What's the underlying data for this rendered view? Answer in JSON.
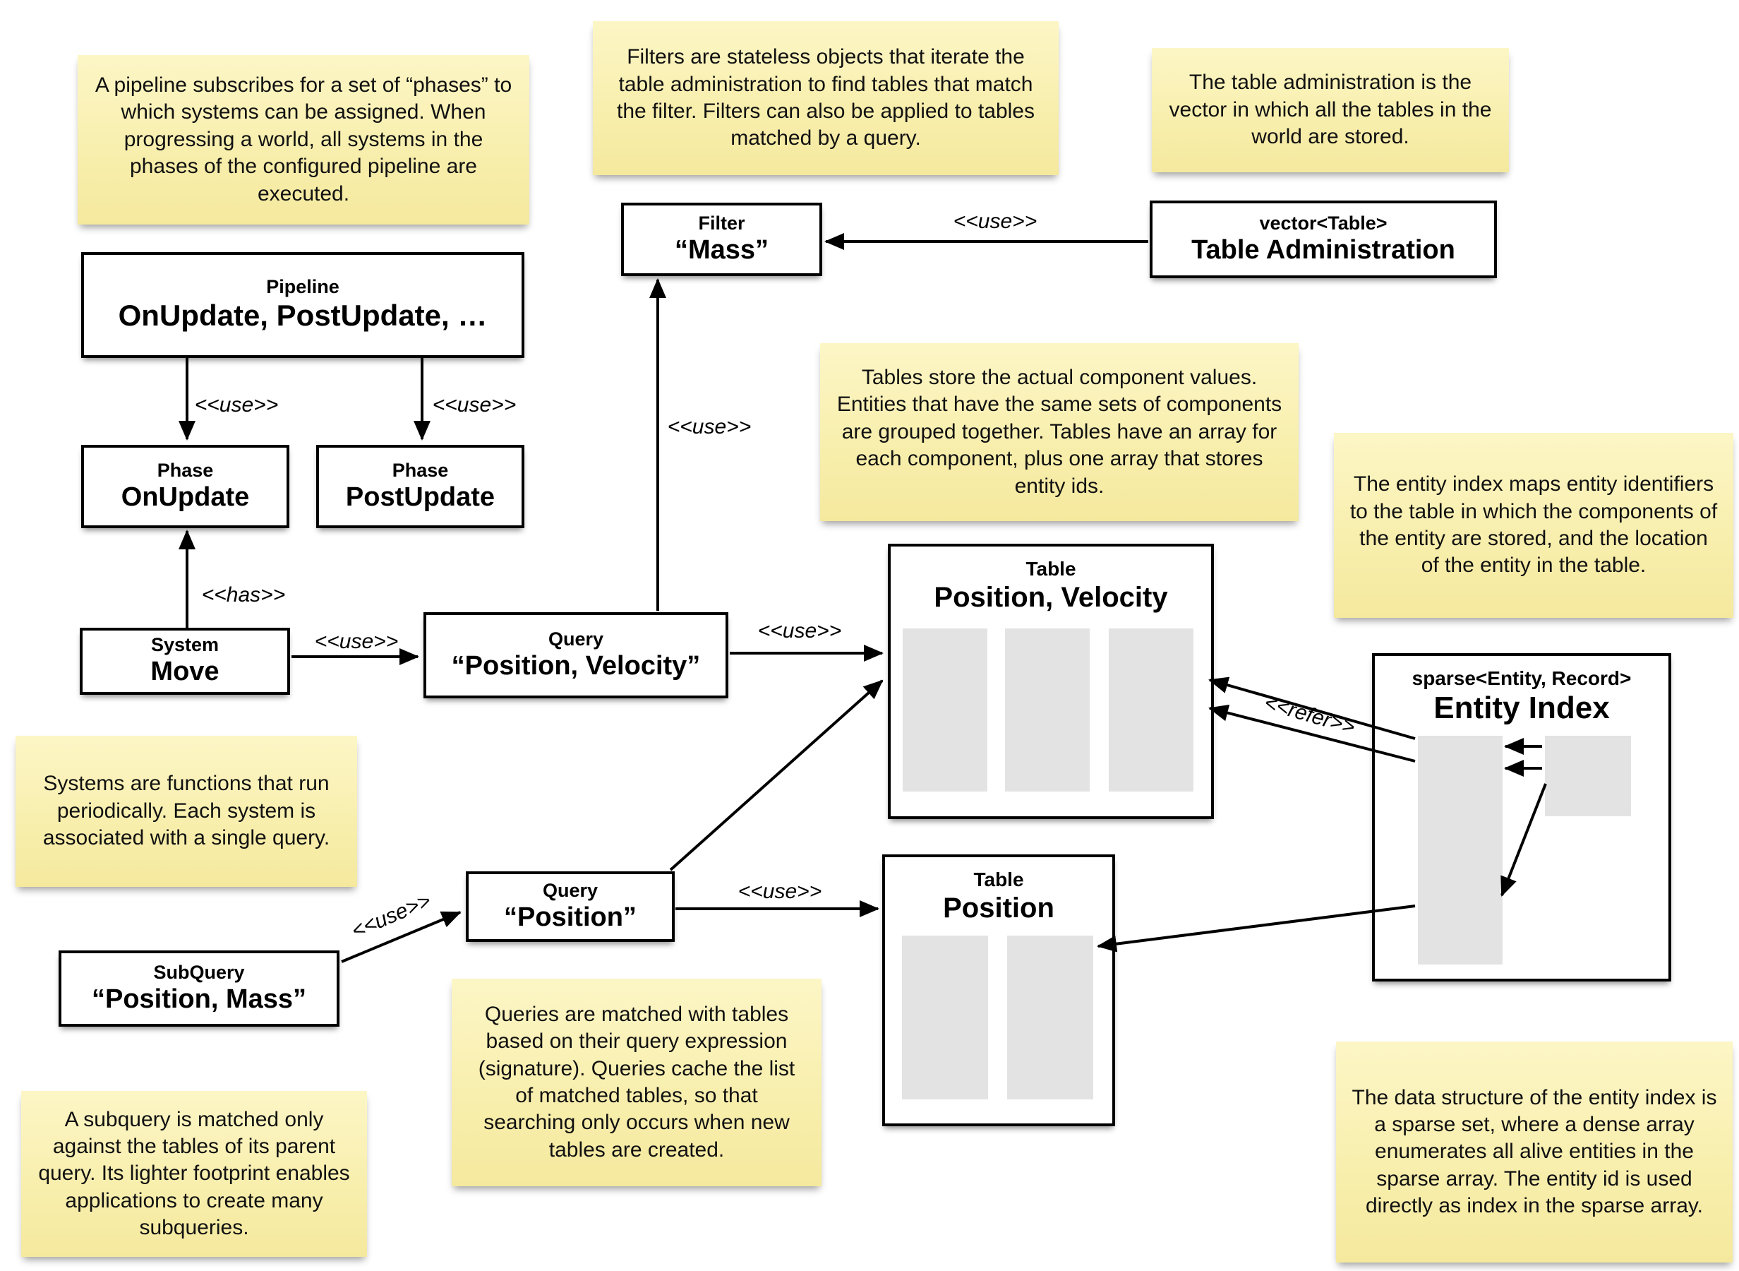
{
  "edge_labels": {
    "use": "<<use>>",
    "has": "<<has>>",
    "refer": "<<refer>>"
  },
  "nodes": {
    "pipeline": {
      "title": "Pipeline",
      "name": "OnUpdate, PostUpdate, …"
    },
    "phase_onupdate": {
      "title": "Phase",
      "name": "OnUpdate"
    },
    "phase_postupdate": {
      "title": "Phase",
      "name": "PostUpdate"
    },
    "filter_mass": {
      "title": "Filter",
      "name": "“Mass”"
    },
    "table_admin": {
      "title": "vector<Table>",
      "name": "Table Administration"
    },
    "system_move": {
      "title": "System",
      "name": "Move"
    },
    "query_pv": {
      "title": "Query",
      "name": "“Position, Velocity”"
    },
    "query_p": {
      "title": "Query",
      "name": "“Position”"
    },
    "subquery": {
      "title": "SubQuery",
      "name": "“Position, Mass”"
    },
    "table_pv": {
      "title": "Table",
      "name": "Position, Velocity"
    },
    "table_p": {
      "title": "Table",
      "name": "Position"
    },
    "entity_index": {
      "title": "sparse<Entity, Record>",
      "name": "Entity Index"
    }
  },
  "notes": {
    "pipeline": "A pipeline subscribes for a set of “phases” to which systems can be assigned. When progressing a world, all systems in the phases of the configured pipeline are executed.",
    "filters": "Filters are stateless objects that iterate the table administration to find tables that match the filter. Filters can also be applied to tables matched by a query.",
    "table_admin": "The table administration is the vector in which all the tables in the world are stored.",
    "tables": "Tables store the actual component values. Entities that have the same sets of components are grouped together. Tables have an array for each component, plus one array that stores entity ids.",
    "entity_index": "The entity index maps entity identifiers to the table in which the components of the entity are stored, and the location of the entity in the table.",
    "systems": "Systems are functions that run periodically. Each system is associated with a single query.",
    "queries": "Queries are matched with tables based on their query expression (signature). Queries cache the list of matched tables, so that searching only occurs when new tables are created.",
    "subquery": "A subquery is matched only against the tables of its parent query. Its lighter footprint enables applications to create many subqueries.",
    "sparse_set": "The data structure of the entity index is a sparse set, where a dense array enumerates all alive entities in the sparse array. The entity id is used directly as index in the sparse array."
  },
  "colors": {
    "note_top": "#fcf6c6",
    "note_bottom": "#f5e99e",
    "array_fill": "#e3e3e3",
    "line": "#000000",
    "background": "#ffffff"
  }
}
